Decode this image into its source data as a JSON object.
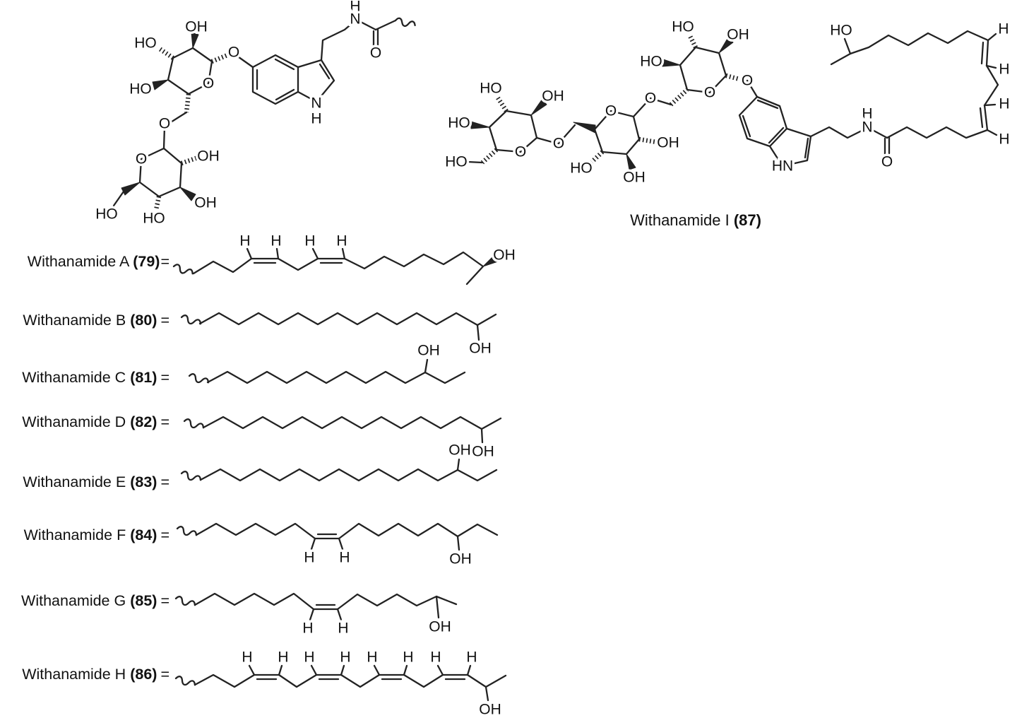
{
  "structure_label": {
    "name": "Withanamide I",
    "num": "(87)"
  },
  "rows": [
    {
      "label": "Withanamide A",
      "num": "(79)",
      "eq": "="
    },
    {
      "label": "Withanamide B",
      "num": "(80)",
      "eq": "="
    },
    {
      "label": "Withanamide C",
      "num": "(81)",
      "eq": "="
    },
    {
      "label": "Withanamide D",
      "num": "(82)",
      "eq": "="
    },
    {
      "label": "Withanamide E",
      "num": "(83)",
      "eq": "="
    },
    {
      "label": "Withanamide F",
      "num": "(84)",
      "eq": "="
    },
    {
      "label": "Withanamide G",
      "num": "(85)",
      "eq": "="
    },
    {
      "label": "Withanamide H",
      "num": "(86)",
      "eq": "="
    }
  ],
  "atoms": {
    "oh": "OH",
    "ho": "HO",
    "o": "O",
    "n": "N",
    "h": "H",
    "hn": "HN"
  }
}
